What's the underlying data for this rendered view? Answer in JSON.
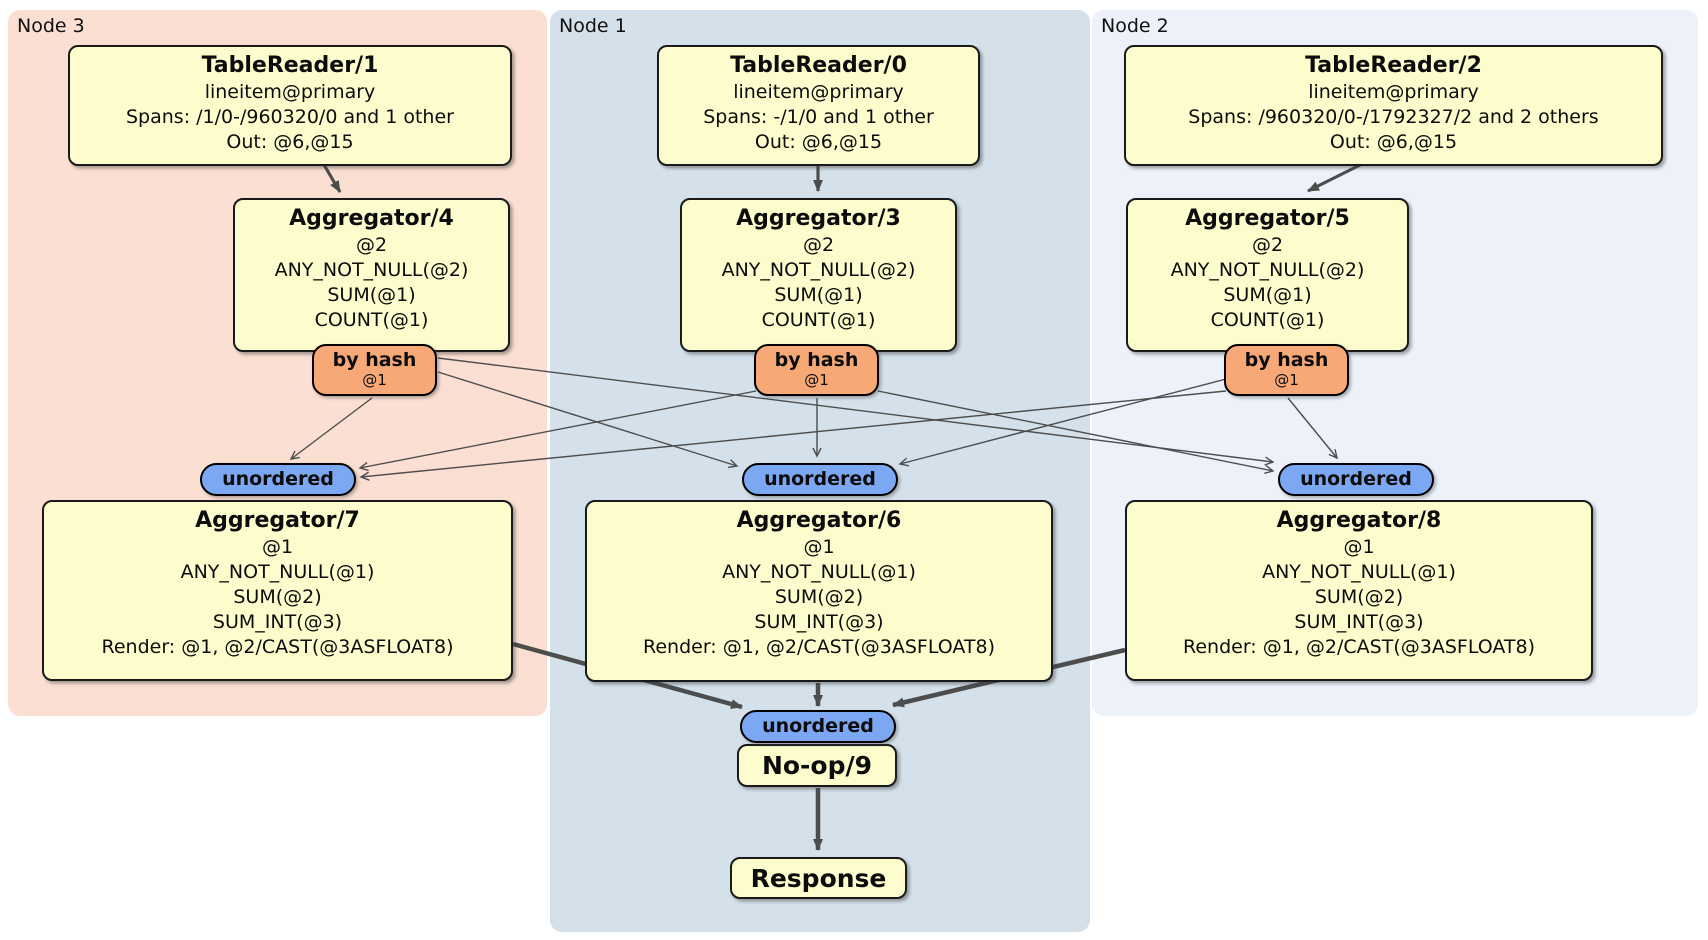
{
  "regions": {
    "node3": {
      "label": "Node 3"
    },
    "node1": {
      "label": "Node 1"
    },
    "node2": {
      "label": "Node 2"
    }
  },
  "labels": {
    "by_hash": "by hash",
    "hash_stream": "@1",
    "unordered": "unordered"
  },
  "processors": {
    "tablereader1": {
      "title": "TableReader/1",
      "lines": [
        "lineitem@primary",
        "Spans: /1/0-/960320/0 and 1 other",
        "Out: @6,@15"
      ]
    },
    "tablereader0": {
      "title": "TableReader/0",
      "lines": [
        "lineitem@primary",
        "Spans: -/1/0 and 1 other",
        "Out: @6,@15"
      ]
    },
    "tablereader2": {
      "title": "TableReader/2",
      "lines": [
        "lineitem@primary",
        "Spans: /960320/0-/1792327/2 and 2 others",
        "Out: @6,@15"
      ]
    },
    "aggregator4": {
      "title": "Aggregator/4",
      "lines": [
        "@2",
        "ANY_NOT_NULL(@2)",
        "SUM(@1)",
        "COUNT(@1)"
      ]
    },
    "aggregator3": {
      "title": "Aggregator/3",
      "lines": [
        "@2",
        "ANY_NOT_NULL(@2)",
        "SUM(@1)",
        "COUNT(@1)"
      ]
    },
    "aggregator5": {
      "title": "Aggregator/5",
      "lines": [
        "@2",
        "ANY_NOT_NULL(@2)",
        "SUM(@1)",
        "COUNT(@1)"
      ]
    },
    "aggregator7": {
      "title": "Aggregator/7",
      "lines": [
        "@1",
        "ANY_NOT_NULL(@1)",
        "SUM(@2)",
        "SUM_INT(@3)",
        "Render: @1, @2/CAST(@3ASFLOAT8)"
      ]
    },
    "aggregator6": {
      "title": "Aggregator/6",
      "lines": [
        "@1",
        "ANY_NOT_NULL(@1)",
        "SUM(@2)",
        "SUM_INT(@3)",
        "Render: @1, @2/CAST(@3ASFLOAT8)"
      ]
    },
    "aggregator8": {
      "title": "Aggregator/8",
      "lines": [
        "@1",
        "ANY_NOT_NULL(@1)",
        "SUM(@2)",
        "SUM_INT(@3)",
        "Render: @1, @2/CAST(@3ASFLOAT8)"
      ]
    },
    "noop": {
      "title": "No-op/9"
    },
    "response": {
      "title": "Response"
    }
  },
  "colors": {
    "node3_region": "#fbdfd2",
    "node1_region": "#d4e1ea",
    "node2_region": "#ecf1fa",
    "processor_box": "#fdfccd",
    "hash_router": "#f7a877",
    "sync_pill": "#7ca7f2",
    "edge": "#4d4d4d",
    "text": "#0c0c0c"
  }
}
